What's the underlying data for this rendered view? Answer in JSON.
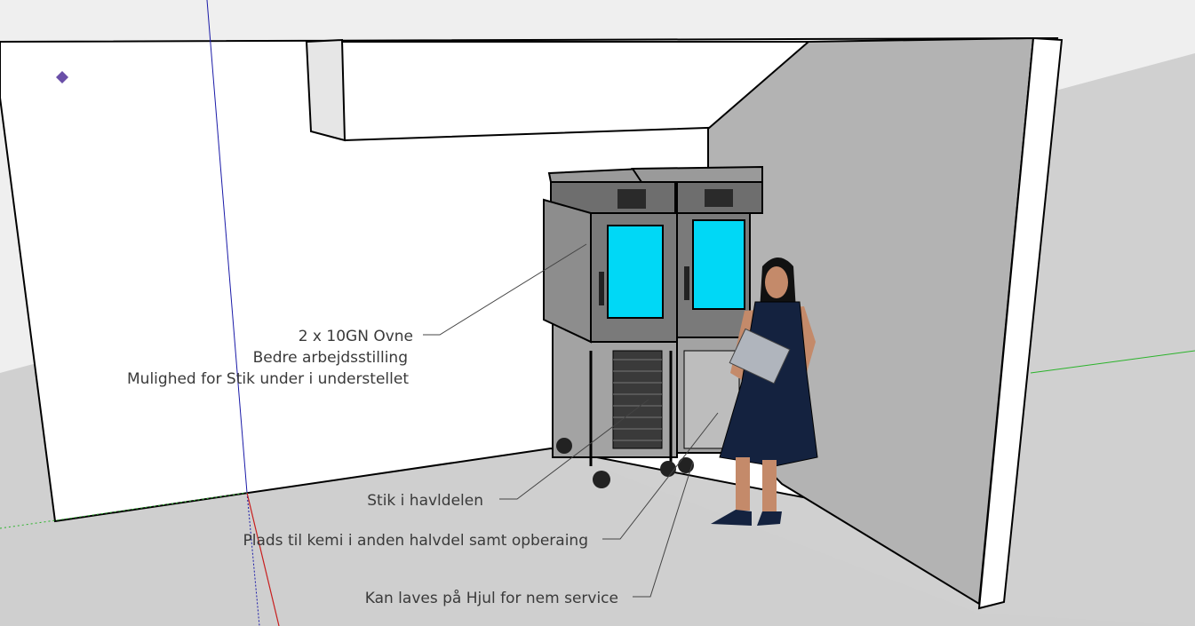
{
  "annotations": {
    "ovens_line1": "2 x 10GN Ovne",
    "ovens_line2": "Bedre arbejdsstilling",
    "ovens_line3": "Mulighed for Stik under i understellet",
    "socket": "Stik i havldelen",
    "storage": "Plads til kemi i anden halvdel samt opberaing",
    "wheels": "Kan laves på Hjul for nem service"
  },
  "colors": {
    "sky": "#efefef",
    "ground": "#d0d0d0",
    "back_wall": "#ffffff",
    "side_wall": "#b3b3b3",
    "oven_body": "#8d8d8d",
    "oven_glass": "#00d8f6",
    "axis_blue": "#1a1aa8",
    "axis_red": "#c81e1e",
    "axis_green": "#2bb32b",
    "person_dress": "#14223f",
    "person_skin": "#c48a6a"
  },
  "icons": [
    "origin-marker-icon"
  ]
}
